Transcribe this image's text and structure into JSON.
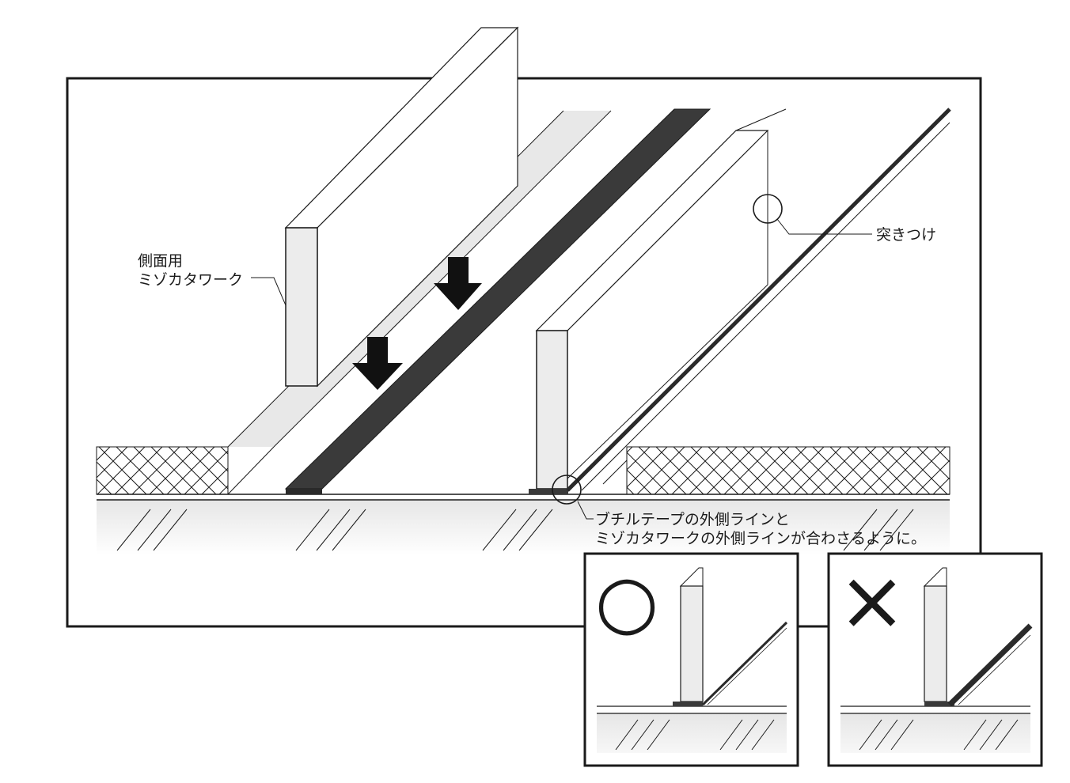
{
  "labels": {
    "side_panel_line1": "側面用",
    "side_panel_line2": "ミゾカタワーク",
    "butt_joint": "突きつけ",
    "instruction_line1": "ブチルテープの外側ラインと",
    "instruction_line2": "ミゾカタワークの外側ラインが合わさるように。"
  },
  "insets": {
    "correct_symbol": "○",
    "incorrect_symbol": "×"
  },
  "colors": {
    "line": "#1a1a1a",
    "panel_fill": "#ececec",
    "floor_fill": "#ececec",
    "tape_dark": "#3c3c3c"
  }
}
